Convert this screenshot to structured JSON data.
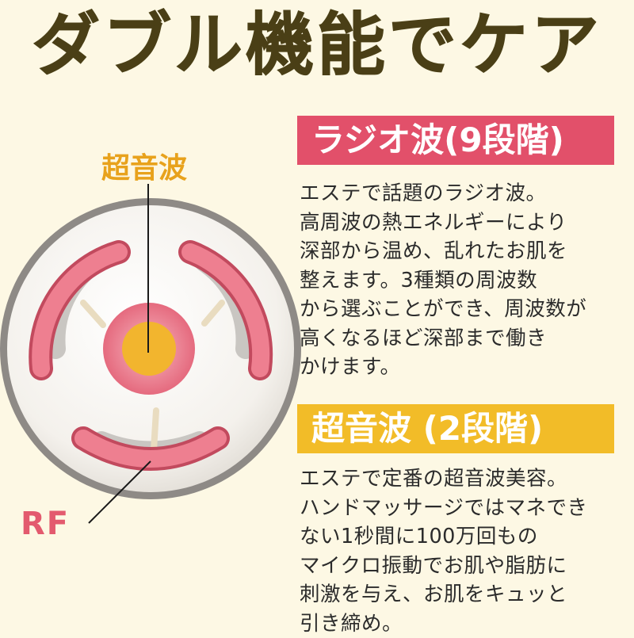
{
  "title": "ダブル機能でケア",
  "sections": {
    "rf": {
      "heading": "ラジオ波(9段階)",
      "body": "エステで話題のラジオ波。\n高周波の熱エネルギーにより\n深部から温め、乱れたお肌を\n整えます。3種類の周波数\nから選ぶことができ、周波数が\n高くなるほど深部まで働き\nかけます。"
    },
    "ultrasonic": {
      "heading": "超音波 (2段階)",
      "body": "エステで定番の超音波美容。\nハンドマッサージではマネでき\nない1秒間に100万回もの\nマイクロ振動でお肌や脂肪に\n刺激を与え、お肌をキュッと\n引き締め。"
    }
  },
  "diagram": {
    "label_ultrasonic": "超音波",
    "label_rf": "RF"
  },
  "colors": {
    "background": "#FDF8E4",
    "title": "#4A3F16",
    "rf_accent": "#E2506A",
    "ultrasonic_accent": "#F2BC28"
  }
}
